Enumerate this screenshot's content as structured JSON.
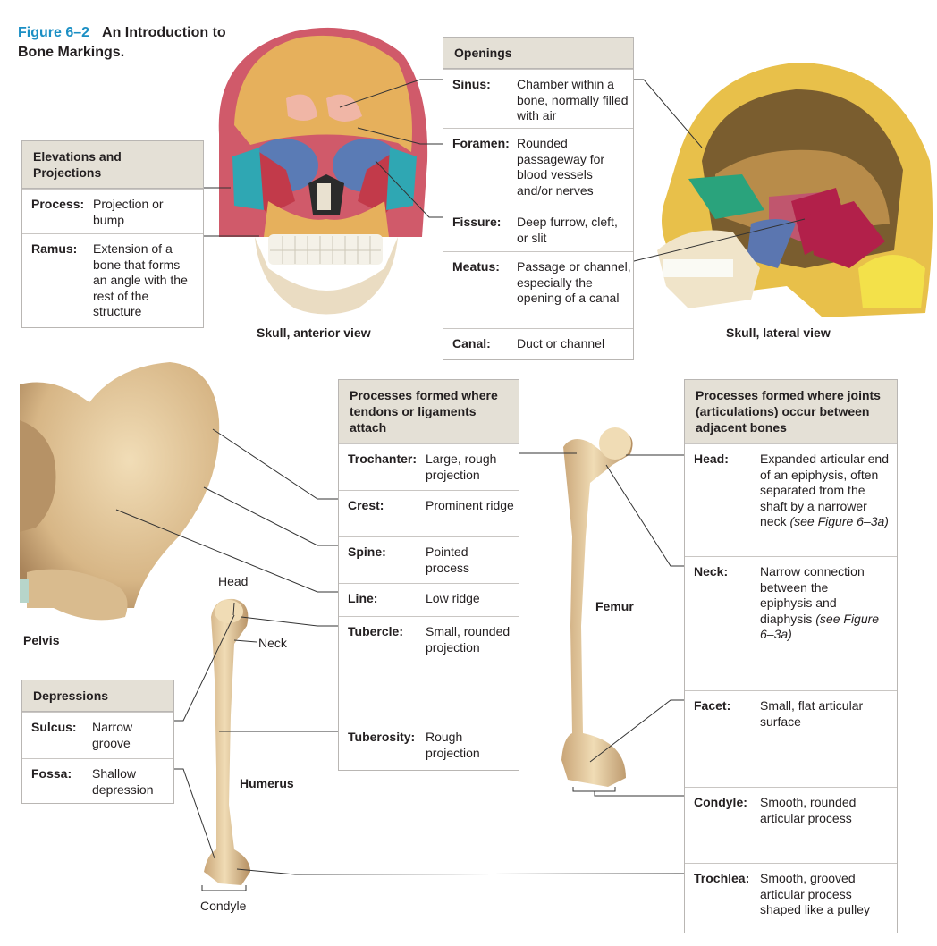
{
  "figure": {
    "number": "Figure 6–2",
    "title": "An Introduction to Bone Markings."
  },
  "labels": {
    "skull_anterior": "Skull, anterior view",
    "skull_lateral": "Skull, lateral view",
    "pelvis": "Pelvis",
    "humerus": "Humerus",
    "femur": "Femur",
    "humerus_head": "Head",
    "humerus_neck": "Neck",
    "humerus_condyle": "Condyle"
  },
  "elevations": {
    "header": "Elevations and Projections",
    "rows": [
      {
        "term": "Process:",
        "definition": "Projection or bump"
      },
      {
        "term": "Ramus:",
        "definition": "Extension of a bone that forms an angle with the rest of the structure"
      }
    ]
  },
  "openings": {
    "header": "Openings",
    "rows": [
      {
        "term": "Sinus:",
        "definition": "Chamber within a bone, normally filled with air"
      },
      {
        "term": "Foramen:",
        "definition": "Rounded passageway for blood vessels and/or nerves"
      },
      {
        "term": "Fissure:",
        "definition": "Deep furrow, cleft, or slit"
      },
      {
        "term": "Meatus:",
        "definition": "Passage or channel, especially the opening of a canal"
      },
      {
        "term": "Canal:",
        "definition": "Duct or channel"
      }
    ]
  },
  "tendons": {
    "header": "Processes formed where tendons or ligaments attach",
    "rows": [
      {
        "term": "Trochanter:",
        "definition": "Large, rough projection"
      },
      {
        "term": "Crest:",
        "definition": "Prominent ridge"
      },
      {
        "term": "Spine:",
        "definition": "Pointed process"
      },
      {
        "term": "Line:",
        "definition": "Low ridge"
      },
      {
        "term": "Tubercle:",
        "definition": "Small, rounded projection"
      },
      {
        "term": "Tuberosity:",
        "definition": "Rough projection"
      }
    ]
  },
  "joints": {
    "header": "Processes formed where joints (articulations) occur between adjacent bones",
    "rows": [
      {
        "term": "Head:",
        "definition": "Expanded articular end of an epiphysis, often separated from the shaft by a narrower neck",
        "ref": "(see Figure 6–3a)"
      },
      {
        "term": "Neck:",
        "definition": "Narrow connection between the epiphysis and diaphysis",
        "ref": "(see Figure 6–3a)"
      },
      {
        "term": "Facet:",
        "definition": "Small, flat articular surface"
      },
      {
        "term": "Condyle:",
        "definition": "Smooth, rounded articular process"
      },
      {
        "term": "Trochlea:",
        "definition": "Smooth, grooved articular process shaped like a pulley"
      }
    ]
  },
  "depressions": {
    "header": "Depressions",
    "rows": [
      {
        "term": "Sulcus:",
        "definition": "Narrow groove"
      },
      {
        "term": "Fossa:",
        "definition": "Shallow depression"
      }
    ]
  },
  "colors": {
    "figure_number": "#1b8fc4",
    "table_header": "#e4e0d6",
    "bone": "#e8cfa3",
    "bone_shadow": "#b9956a"
  }
}
